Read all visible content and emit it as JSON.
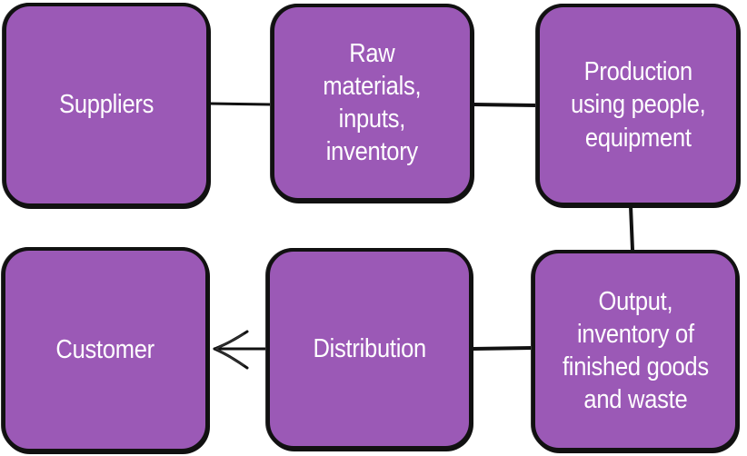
{
  "diagram": {
    "nodes": [
      {
        "id": "suppliers",
        "label": "Suppliers"
      },
      {
        "id": "raw-materials",
        "label": "Raw\nmaterials,\ninputs,\ninventory"
      },
      {
        "id": "production",
        "label": "Production\nusing people,\nequipment"
      },
      {
        "id": "customer",
        "label": "Customer"
      },
      {
        "id": "distribution",
        "label": "Distribution"
      },
      {
        "id": "output",
        "label": "Output,\ninventory of\nfinished goods\nand waste"
      }
    ],
    "edges": [
      {
        "from": "suppliers",
        "to": "raw-materials"
      },
      {
        "from": "raw-materials",
        "to": "production"
      },
      {
        "from": "production",
        "to": "output"
      },
      {
        "from": "output",
        "to": "distribution"
      },
      {
        "from": "distribution",
        "to": "customer",
        "arrow": true
      }
    ],
    "colors": {
      "node_fill": "#9b59b6",
      "node_border": "#111111",
      "node_text": "#ffffff",
      "connector": "#111111"
    }
  }
}
